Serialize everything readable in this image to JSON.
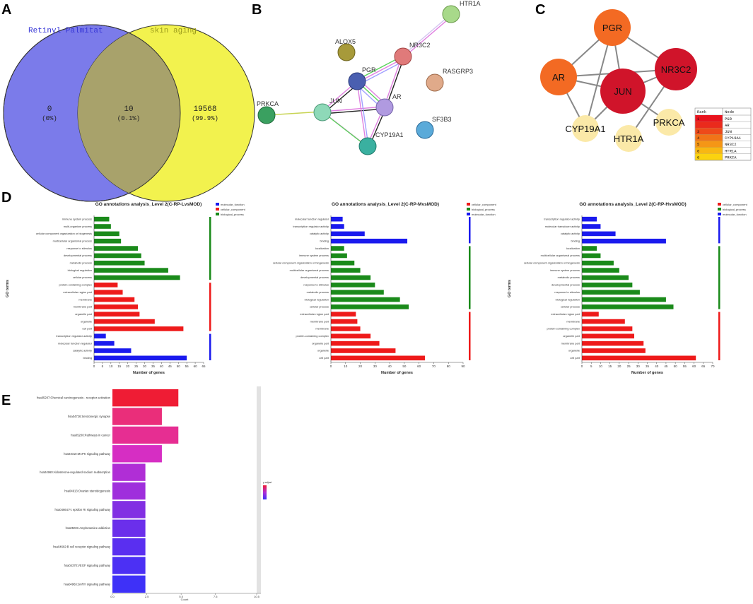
{
  "panels": {
    "a": "A",
    "b": "B",
    "c": "C",
    "d": "D",
    "e": "E"
  },
  "venn": {
    "left_label": "Retinyl Palmitat",
    "right_label": "skin aging",
    "left_only": "0",
    "left_only_pct": "(0%)",
    "intersection": "10",
    "intersection_pct": "(0.1%)",
    "right_only": "19568",
    "right_only_pct": "(99.9%)",
    "colors": {
      "left": "#7b7bea",
      "right": "#f2f24e",
      "overlap": "#a8a26b"
    }
  },
  "network_b": {
    "nodes": [
      "HTR1A",
      "ALOX5",
      "NR3C2",
      "RASGRP3",
      "PGR",
      "AR",
      "PRKCA",
      "JUN",
      "SF3B3",
      "CYP19A1"
    ]
  },
  "network_c": {
    "nodes": [
      "PGR",
      "NR3C2",
      "AR",
      "JUN",
      "PRKCA",
      "CYP19A1",
      "HTR1A"
    ],
    "rank_table": {
      "headers": [
        "Rank",
        "Node"
      ],
      "rows": [
        {
          "rank": "1",
          "node": "PGR",
          "color": "#e8131d"
        },
        {
          "rank": "",
          "node": "AR",
          "color": "#ea2a1c"
        },
        {
          "rank": "3",
          "node": "JUN",
          "color": "#ee4a1a"
        },
        {
          "rank": "4",
          "node": "CYP19A1",
          "color": "#f17418"
        },
        {
          "rank": "5",
          "node": "NR3C2",
          "color": "#f59616"
        },
        {
          "rank": "6",
          "node": "HTR1A",
          "color": "#f8b713"
        },
        {
          "rank": "6",
          "node": "PRKCA",
          "color": "#fbd20f"
        }
      ]
    }
  },
  "chart_data": [
    {
      "type": "bar",
      "orientation": "horizontal",
      "title": "GO annotations analysis_Level 2(C-RP-LvsMOD)",
      "xlabel": "Number of genes",
      "ylabel": "GO terms",
      "xlim": [
        0,
        65
      ],
      "xticks": [
        0,
        5,
        10,
        15,
        20,
        25,
        30,
        35,
        40,
        45,
        50,
        55,
        60,
        65
      ],
      "legend": [
        "molecular_function",
        "cellular_component",
        "biological_process"
      ],
      "legend_colors": [
        "#1a1aee",
        "#ee1a1a",
        "#1a8a1a"
      ],
      "groups": [
        {
          "name": "biological_process",
          "color": "#1a8a1a",
          "items": [
            {
              "label": "immune system process",
              "value": 9
            },
            {
              "label": "multi-organism process",
              "value": 10
            },
            {
              "label": "cellular component organization or biogenesis",
              "value": 15
            },
            {
              "label": "multicellular organismal process",
              "value": 16
            },
            {
              "label": "response to stimulus",
              "value": 26
            },
            {
              "label": "developmental process",
              "value": 28
            },
            {
              "label": "metabolic process",
              "value": 30
            },
            {
              "label": "biological regulation",
              "value": 44
            },
            {
              "label": "cellular process",
              "value": 51
            }
          ]
        },
        {
          "name": "cellular_component",
          "color": "#ee1a1a",
          "items": [
            {
              "label": "protein-containing complex",
              "value": 14
            },
            {
              "label": "extracellular region part",
              "value": 17
            },
            {
              "label": "membrane",
              "value": 24
            },
            {
              "label": "membrane part",
              "value": 26
            },
            {
              "label": "organelle part",
              "value": 27
            },
            {
              "label": "organelle",
              "value": 36
            },
            {
              "label": "cell part",
              "value": 53
            }
          ]
        },
        {
          "name": "molecular_function",
          "color": "#1a1aee",
          "items": [
            {
              "label": "transcription regulator activity",
              "value": 7
            },
            {
              "label": "molecular function regulator",
              "value": 12
            },
            {
              "label": "catalytic activity",
              "value": 22
            },
            {
              "label": "binding",
              "value": 55
            }
          ]
        }
      ]
    },
    {
      "type": "bar",
      "orientation": "horizontal",
      "title": "GO annotations analysis_Level 2(C-RP-MvsMOD)",
      "xlabel": "Number of genes",
      "ylabel": "",
      "xlim": [
        0,
        90
      ],
      "xticks": [
        0,
        10,
        20,
        30,
        40,
        50,
        60,
        70,
        80,
        90
      ],
      "legend": [
        "cellular_component",
        "biological_process",
        "molecular_function"
      ],
      "legend_colors": [
        "#ee1a1a",
        "#1a8a1a",
        "#1a1aee"
      ],
      "groups": [
        {
          "name": "molecular_function",
          "color": "#1a1aee",
          "items": [
            {
              "label": "molecular function regulator",
              "value": 8
            },
            {
              "label": "transcription regulator activity",
              "value": 9
            },
            {
              "label": "catalytic activity",
              "value": 23
            },
            {
              "label": "binding",
              "value": 52
            }
          ]
        },
        {
          "name": "biological_process",
          "color": "#1a8a1a",
          "items": [
            {
              "label": "localization",
              "value": 9
            },
            {
              "label": "immune system process",
              "value": 11
            },
            {
              "label": "cellular component organization or biogenesis",
              "value": 16
            },
            {
              "label": "multicellular organismal process",
              "value": 20
            },
            {
              "label": "developmental process",
              "value": 27
            },
            {
              "label": "response to stimulus",
              "value": 30
            },
            {
              "label": "metabolic process",
              "value": 36
            },
            {
              "label": "biological regulation",
              "value": 47
            },
            {
              "label": "cellular process",
              "value": 53
            }
          ]
        },
        {
          "name": "cellular_component",
          "color": "#ee1a1a",
          "items": [
            {
              "label": "extracellular region part",
              "value": 17
            },
            {
              "label": "membrane part",
              "value": 18
            },
            {
              "label": "membrane",
              "value": 20
            },
            {
              "label": "protein-containing complex",
              "value": 27
            },
            {
              "label": "organelle part",
              "value": 33
            },
            {
              "label": "organelle",
              "value": 44
            },
            {
              "label": "cell part",
              "value": 64
            }
          ]
        }
      ]
    },
    {
      "type": "bar",
      "orientation": "horizontal",
      "title": "GO annotations analysis_Level 2(C-RP-HvsMOD)",
      "xlabel": "Number of genes",
      "ylabel": "GO terms",
      "xlim": [
        0,
        70
      ],
      "xticks": [
        0,
        5,
        10,
        15,
        20,
        25,
        30,
        35,
        40,
        45,
        50,
        55,
        60,
        65,
        70
      ],
      "legend": [
        "cellular_component",
        "biological_process",
        "molecular_function"
      ],
      "legend_colors": [
        "#ee1a1a",
        "#1a8a1a",
        "#1a1aee"
      ],
      "groups": [
        {
          "name": "molecular_function",
          "color": "#1a1aee",
          "items": [
            {
              "label": "transcription regulator activity",
              "value": 8
            },
            {
              "label": "molecular transducer activity",
              "value": 10
            },
            {
              "label": "catalytic activity",
              "value": 18
            },
            {
              "label": "binding",
              "value": 45
            }
          ]
        },
        {
          "name": "biological_process",
          "color": "#1a8a1a",
          "items": [
            {
              "label": "localization",
              "value": 8
            },
            {
              "label": "multicellular organismal process",
              "value": 10
            },
            {
              "label": "cellular component organization or biogenesis",
              "value": 17
            },
            {
              "label": "immune system process",
              "value": 20
            },
            {
              "label": "metabolic process",
              "value": 25
            },
            {
              "label": "developmental process",
              "value": 27
            },
            {
              "label": "response to stimulus",
              "value": 31
            },
            {
              "label": "biological regulation",
              "value": 45
            },
            {
              "label": "cellular process",
              "value": 49
            }
          ]
        },
        {
          "name": "cellular_component",
          "color": "#ee1a1a",
          "items": [
            {
              "label": "extracellular region part",
              "value": 9
            },
            {
              "label": "membrane",
              "value": 23
            },
            {
              "label": "protein-containing complex",
              "value": 27
            },
            {
              "label": "organelle part",
              "value": 28
            },
            {
              "label": "membrane part",
              "value": 33
            },
            {
              "label": "organelle",
              "value": 34
            },
            {
              "label": "cell part",
              "value": 61
            }
          ]
        }
      ]
    },
    {
      "type": "bar",
      "orientation": "horizontal",
      "title": "",
      "xlabel": "Count",
      "ylabel": "",
      "xlim": [
        0,
        10.5
      ],
      "xticks": [
        0.0,
        2.5,
        5.0,
        7.5,
        10.5
      ],
      "xtick_labels": [
        "0.0",
        "2.5",
        "5.0",
        "7.5",
        "10.5"
      ],
      "legend_title": "p.adjust",
      "categories": [
        "hsa05207:Chemical carcinogenesis - receptor activation",
        "hsa04726:Serotonergic synapse",
        "hsa05200:Pathways in cancer",
        "hsa04010:MAPK signaling pathway",
        "hsa04960:Aldosterone-regulated sodium reabsorption",
        "hsa04913:Ovarian steroidogenesis",
        "hsa04664:Fc epsilon RI signaling pathway",
        "hsa05031:Amphetamine addiction",
        "hsa04662:B cell receptor signaling pathway",
        "hsa04370:VEGF signaling pathway",
        "hsa04963:GnRH signaling pathway"
      ],
      "values": [
        4.8,
        3.6,
        4.8,
        3.6,
        2.4,
        2.4,
        2.4,
        2.4,
        2.4,
        2.4,
        2.4
      ],
      "colors": [
        "#ef1c34",
        "#ea2e7a",
        "#e62e92",
        "#d62ec3",
        "#b02ed6",
        "#9f2fdc",
        "#822fe3",
        "#6b2feb",
        "#5a2ff0",
        "#4c30f4",
        "#3e31f8"
      ]
    }
  ]
}
